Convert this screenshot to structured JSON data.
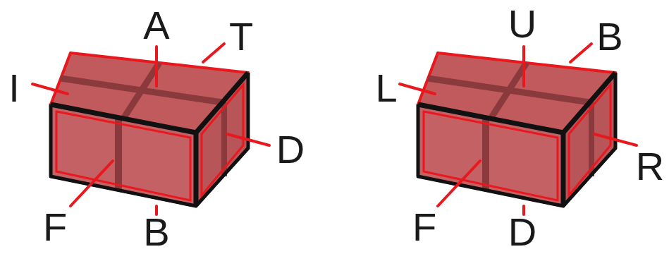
{
  "diagram": {
    "labels": [
      "A",
      "T",
      "I",
      "D",
      "F",
      "B",
      "U",
      "B",
      "L",
      "R",
      "F",
      "D"
    ]
  }
}
